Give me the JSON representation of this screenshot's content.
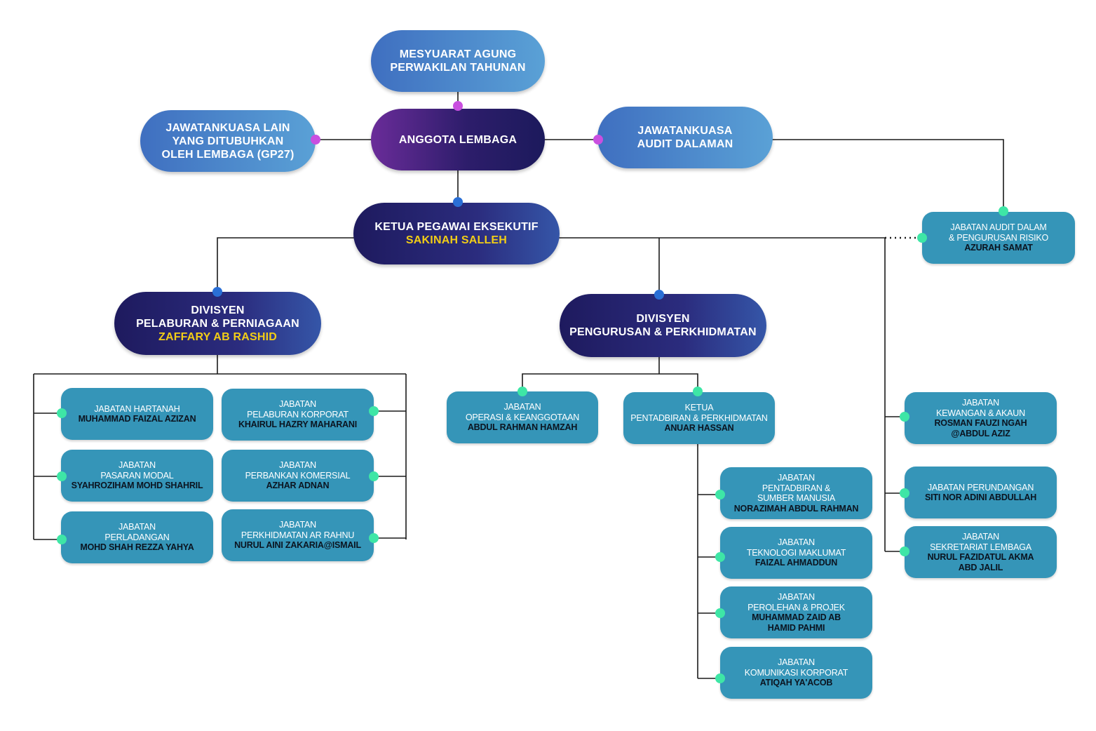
{
  "top": {
    "agm": [
      "MESYUARAT AGUNG",
      "PERWAKILAN TAHUNAN"
    ],
    "board": "ANGGOTA LEMBAGA",
    "other_committees": [
      "JAWATANKUASA LAIN",
      "YANG DITUBUHKAN",
      "OLEH LEMBAGA (GP27)"
    ],
    "audit_committee": [
      "JAWATANKUASA",
      "AUDIT DALAMAN"
    ],
    "ceo_title": "KETUA PEGAWAI EKSEKUTIF",
    "ceo_name": "SAKINAH SALLEH"
  },
  "internal_audit": {
    "title": [
      "JABATAN AUDIT DALAM",
      "& PENGURUSAN RISIKO"
    ],
    "name": "AZURAH SAMAT"
  },
  "division_investment": {
    "title": [
      "DIVISYEN",
      "PELABURAN & PERNIAGAAN"
    ],
    "head": "ZAFFARY AB RASHID",
    "departments": [
      {
        "title": [
          "JABATAN HARTANAH"
        ],
        "name": [
          "MUHAMMAD FAIZAL AZIZAN"
        ]
      },
      {
        "title": [
          "JABATAN",
          "PASARAN MODAL"
        ],
        "name": [
          "SYAHROZIHAM MOHD SHAHRIL"
        ]
      },
      {
        "title": [
          "JABATAN",
          "PERLADANGAN"
        ],
        "name": [
          "MOHD SHAH REZZA YAHYA"
        ]
      },
      {
        "title": [
          "JABATAN",
          "PELABURAN KORPORAT"
        ],
        "name": [
          "KHAIRUL HAZRY MAHARANI"
        ]
      },
      {
        "title": [
          "JABATAN",
          "PERBANKAN KOMERSIAL"
        ],
        "name": [
          "AZHAR ADNAN"
        ]
      },
      {
        "title": [
          "JABATAN",
          "PERKHIDMATAN AR RAHNU"
        ],
        "name": [
          "NURUL AINI ZAKARIA@ISMAIL"
        ]
      }
    ]
  },
  "division_management": {
    "title": [
      "DIVISYEN",
      "PENGURUSAN & PERKHIDMATAN"
    ],
    "operations": {
      "title": [
        "JABATAN",
        "OPERASI & KEANGGOTAAN"
      ],
      "name": [
        "ABDUL RAHMAN HAMZAH"
      ]
    },
    "admin_head": {
      "title": [
        "KETUA",
        "PENTADBIRAN & PERKHIDMATAN"
      ],
      "name": [
        "ANUAR HASSAN"
      ]
    },
    "departments": [
      {
        "title": [
          "JABATAN",
          "PENTADBIRAN &",
          "SUMBER MANUSIA"
        ],
        "name": [
          "NORAZIMAH ABDUL RAHMAN"
        ]
      },
      {
        "title": [
          "JABATAN",
          "TEKNOLOGI MAKLUMAT"
        ],
        "name": [
          "FAIZAL AHMADDUN"
        ]
      },
      {
        "title": [
          "JABATAN",
          "PEROLEHAN & PROJEK"
        ],
        "name": [
          "MUHAMMAD ZAID AB",
          "HAMID PAHMI"
        ]
      },
      {
        "title": [
          "JABATAN",
          "KOMUNIKASI KORPORAT"
        ],
        "name": [
          "ATIQAH YA'ACOB"
        ]
      }
    ]
  },
  "ceo_direct_departments": [
    {
      "title": [
        "JABATAN",
        "KEWANGAN & AKAUN"
      ],
      "name": [
        "ROSMAN FAUZI NGAH",
        "@ABDUL AZIZ"
      ]
    },
    {
      "title": [
        "JABATAN PERUNDANGAN"
      ],
      "name": [
        "SITI NOR ADINI ABDULLAH"
      ]
    },
    {
      "title": [
        "JABATAN",
        "SEKRETARIAT LEMBAGA"
      ],
      "name": [
        "NURUL FAZIDATUL AKMA",
        "ABD JALIL"
      ]
    }
  ],
  "colors": {
    "line": "#1a1a1a",
    "dot_magenta": "#c94fe0",
    "dot_blue": "#2a6fd6",
    "dot_green": "#3ee6a6",
    "box_teal": "#3595b8",
    "gold_text": "#f2cd16"
  }
}
